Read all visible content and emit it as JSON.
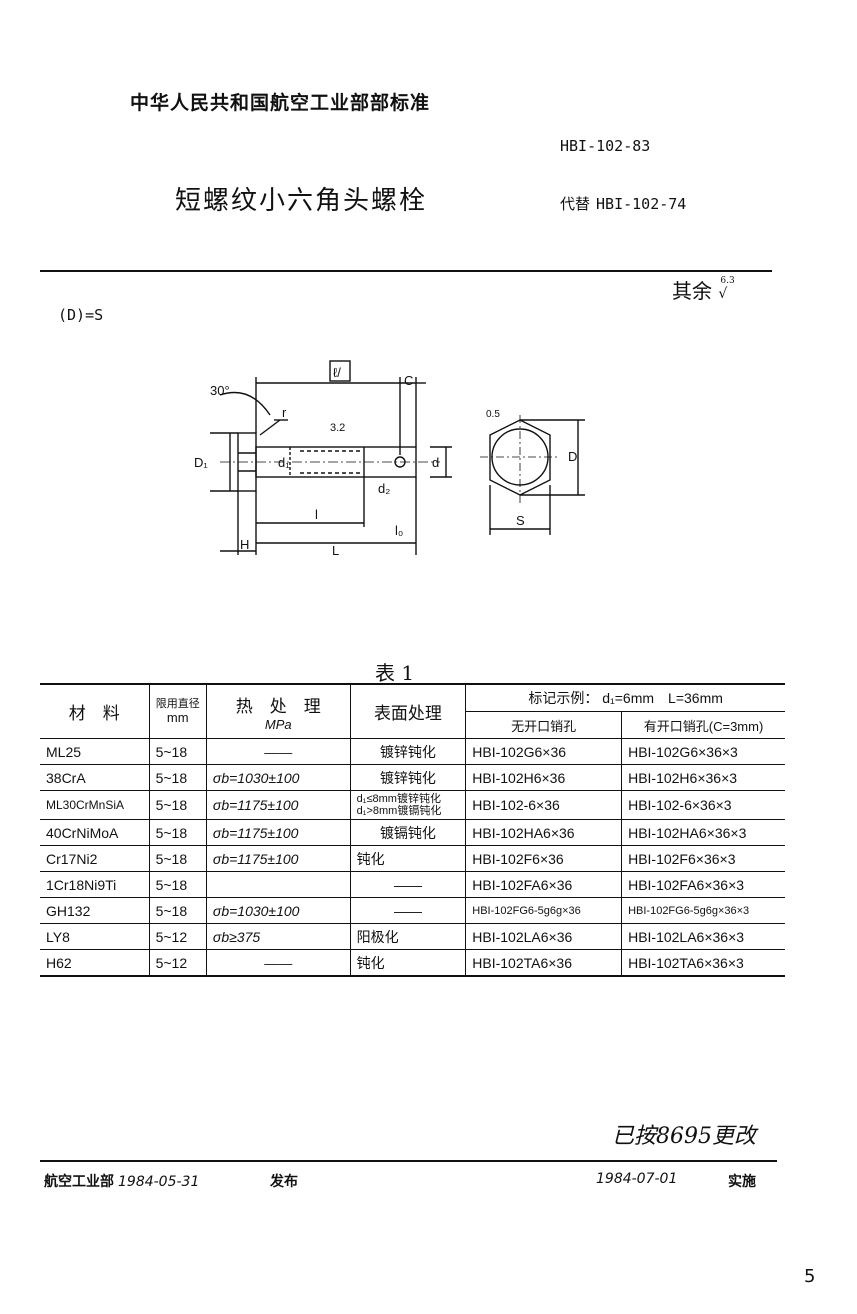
{
  "header": {
    "org": "中华人民共和国航空工业部部标准",
    "code": "HBI-102-83",
    "title": "短螺纹小六角头螺栓",
    "replaces_label": "代替",
    "replaces_code": "HBI-102-74"
  },
  "roughness": {
    "label": "其余",
    "value": "6.3"
  },
  "formula": "(D)=S",
  "drawing": {
    "angle": "30°",
    "r": "r",
    "flat": "ℓ/",
    "c": "C",
    "d1": "d₁",
    "d": "d",
    "D1": "D₁",
    "d2": "d₂",
    "rough32": "3.2",
    "l": "l",
    "lo": "l₀",
    "H": "H",
    "L": "L",
    "D": "D",
    "S": "S",
    "c5": "0.5"
  },
  "table": {
    "title": "表 1",
    "headers": {
      "material": "材　料",
      "diameter_top": "限用直径",
      "diameter_unit": "mm",
      "heat": "热　处　理",
      "heat_unit": "MPa",
      "surface": "表面处理",
      "example": "标记示例： d₁=6mm　L=36mm",
      "no_hole": "无开口销孔",
      "with_hole": "有开口销孔(C=3mm)"
    },
    "rows": [
      {
        "material": "ML25",
        "dia": "5~18",
        "heat": "——",
        "surface": "镀锌钝化",
        "no_hole": "HBI-102G6×36",
        "with_hole": "HBI-102G6×36×3"
      },
      {
        "material": "38CrA",
        "dia": "5~18",
        "heat": "σb=1030±100",
        "surface": "镀锌钝化",
        "no_hole": "HBI-102H6×36",
        "with_hole": "HBI-102H6×36×3"
      },
      {
        "material": "ML30CrMnSiA",
        "dia": "5~18",
        "heat": "σb=1175±100",
        "surface_line1": "d₁≤8mm镀锌钝化",
        "surface_line2": "d₁>8mm镀镉钝化",
        "no_hole": "HBI-102-6×36",
        "with_hole": "HBI-102-6×36×3"
      },
      {
        "material": "40CrNiMoA",
        "dia": "5~18",
        "heat": "σb=1175±100",
        "surface": "镀镉钝化",
        "no_hole": "HBI-102HA6×36",
        "with_hole": "HBI-102HA6×36×3"
      },
      {
        "material": "Cr17Ni2",
        "dia": "5~18",
        "heat": "σb=1175±100",
        "surface": "钝化",
        "no_hole": "HBI-102F6×36",
        "with_hole": "HBI-102F6×36×3"
      },
      {
        "material": "1Cr18Ni9Ti",
        "dia": "5~18",
        "heat": "",
        "surface": "——",
        "no_hole": "HBI-102FA6×36",
        "with_hole": "HBI-102FA6×36×3"
      },
      {
        "material": "GH132",
        "dia": "5~18",
        "heat": "σb=1030±100",
        "surface": "——",
        "no_hole": "HBI-102FG6-5g6g×36",
        "with_hole": "HBI-102FG6-5g6g×36×3"
      },
      {
        "material": "LY8",
        "dia": "5~12",
        "heat": "σb≥375",
        "surface": "阳极化",
        "no_hole": "HBI-102LA6×36",
        "with_hole": "HBI-102LA6×36×3"
      },
      {
        "material": "H62",
        "dia": "5~12",
        "heat": "——",
        "surface": "钝化",
        "no_hole": "HBI-102TA6×36",
        "with_hole": "HBI-102TA6×36×3"
      }
    ]
  },
  "footer": {
    "change_note": "已按8695更改",
    "issuer": "航空工业部",
    "issue_date": "1984-05-31",
    "publish": "发布",
    "impl_date": "1984-07-01",
    "impl": "实施",
    "page": "5"
  }
}
